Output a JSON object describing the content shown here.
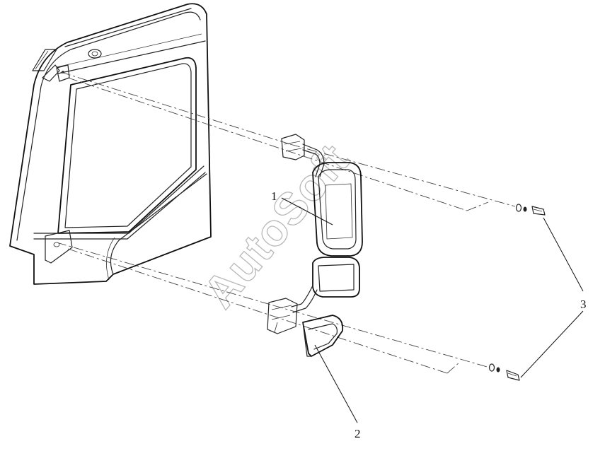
{
  "diagram": {
    "callouts": [
      {
        "id": "1",
        "label": "1",
        "part": "mirror-assembly"
      },
      {
        "id": "2",
        "label": "2",
        "part": "lower-bracket-cover"
      },
      {
        "id": "3",
        "label": "3",
        "part": "bolt-and-washer"
      }
    ],
    "watermark": "AutoSoft",
    "colors": {
      "line": "#222222",
      "watermark": "#b8b8b8",
      "background": "#ffffff"
    }
  }
}
